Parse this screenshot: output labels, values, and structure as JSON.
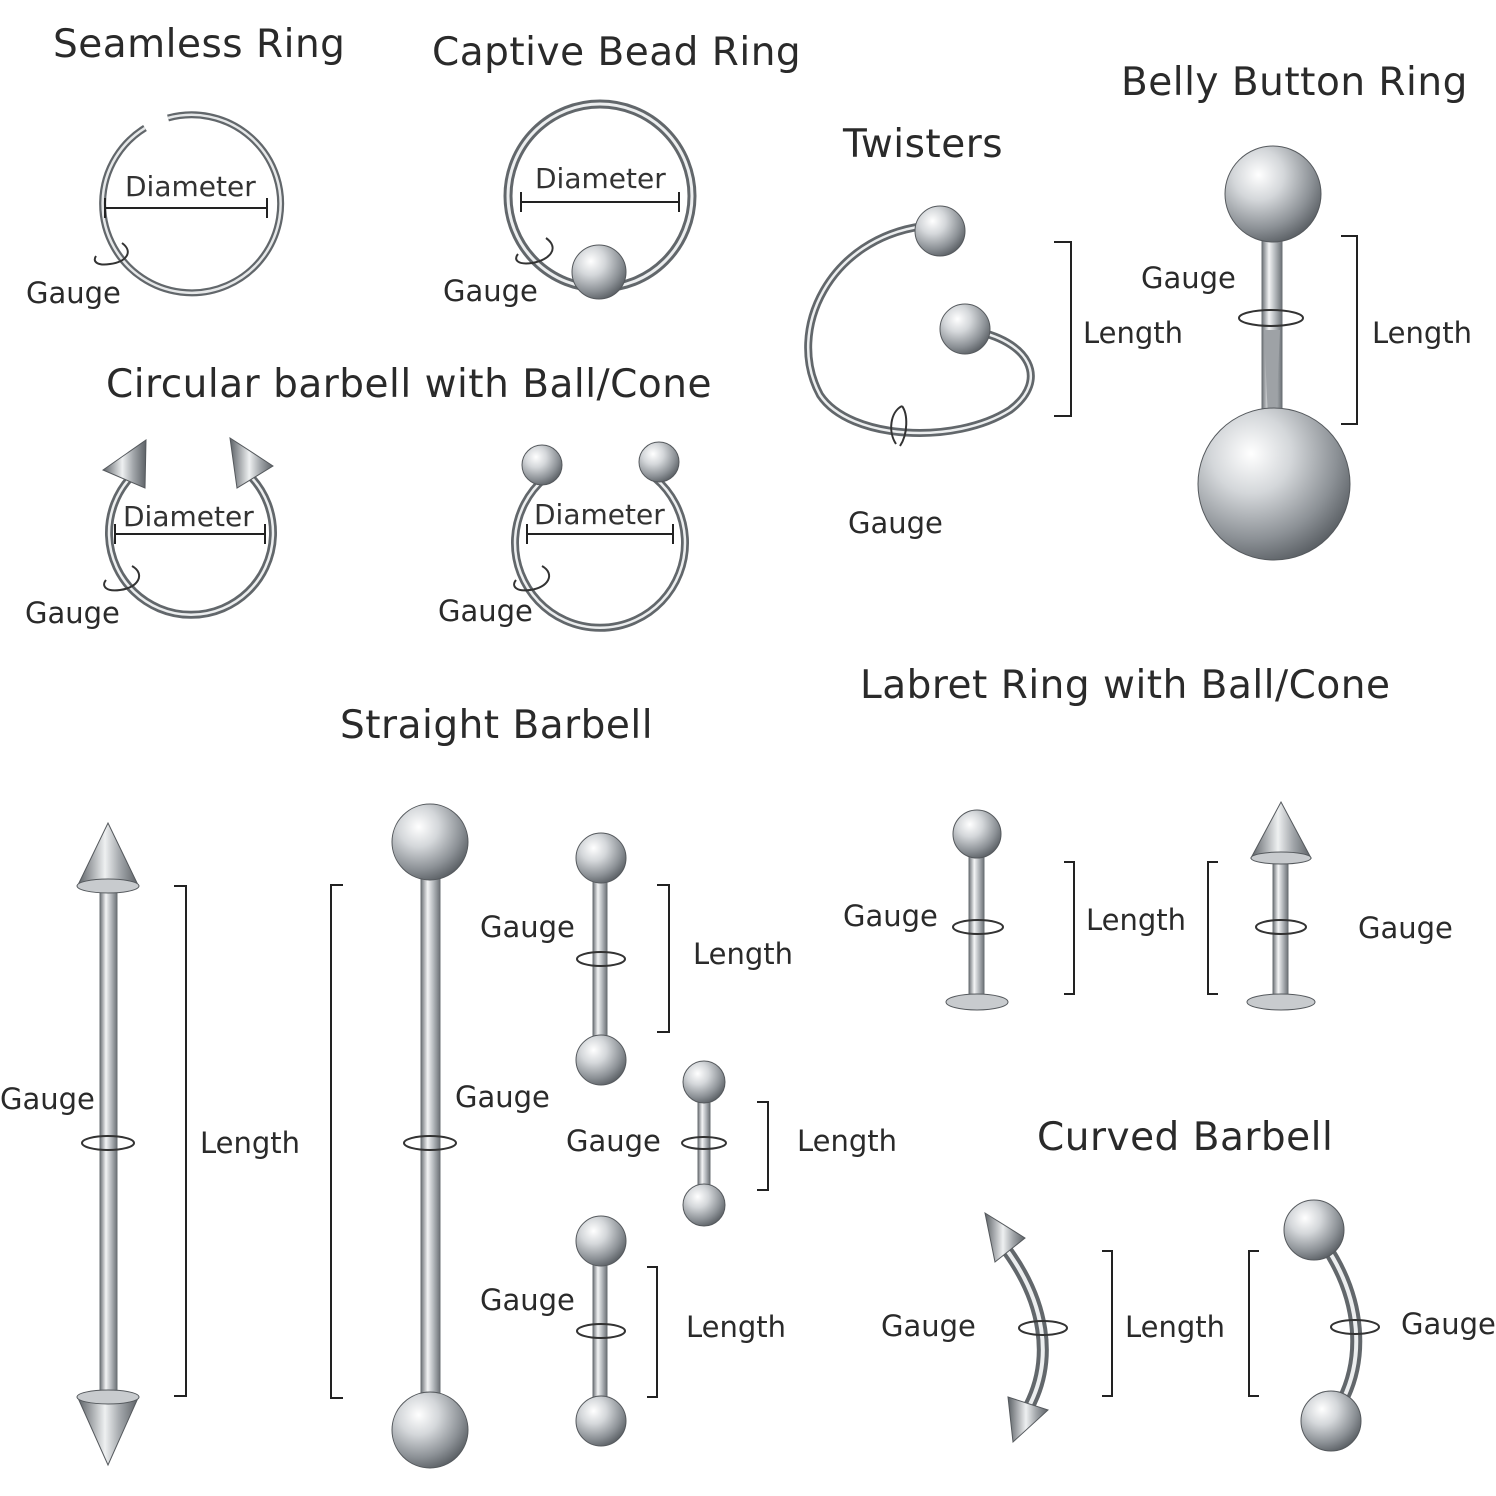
{
  "titles": {
    "seamless_ring": "Seamless Ring",
    "captive_bead_ring": "Captive Bead Ring",
    "twisters": "Twisters",
    "belly_button_ring": "Belly Button Ring",
    "circular_barbell": "Circular barbell with Ball/Cone",
    "straight_barbell": "Straight Barbell",
    "labret_ring": "Labret Ring with Ball/Cone",
    "curved_barbell": "Curved Barbell"
  },
  "labels": {
    "diameter": "Diameter",
    "gauge": "Gauge",
    "length": "Length"
  },
  "colors": {
    "metal_dark": "#5f6468",
    "metal_mid": "#a9adb1",
    "metal_light": "#f4f5f6",
    "text": "#2a2a2a"
  }
}
